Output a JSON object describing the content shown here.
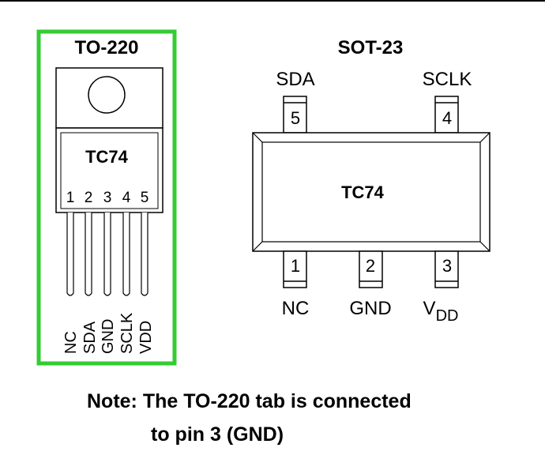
{
  "to220": {
    "title": "TO-220",
    "chip_label": "TC74",
    "pin_numbers": [
      "1",
      "2",
      "3",
      "4",
      "5"
    ],
    "pin_names": [
      "NC",
      "SDA",
      "GND",
      "SCLK",
      "VDD"
    ],
    "highlight_color": "#33cc33"
  },
  "sot23": {
    "title": "SOT-23",
    "chip_label": "TC74",
    "top_pins": [
      {
        "number": "5",
        "name": "SDA"
      },
      {
        "number": "4",
        "name": "SCLK"
      }
    ],
    "bottom_pins": [
      {
        "number": "1",
        "name": "NC"
      },
      {
        "number": "2",
        "name": "GND"
      },
      {
        "number": "3",
        "name": "V",
        "subscript": "DD"
      }
    ]
  },
  "note": {
    "line1": "Note: The TO-220 tab is connected",
    "line2": "to pin 3 (GND)"
  }
}
